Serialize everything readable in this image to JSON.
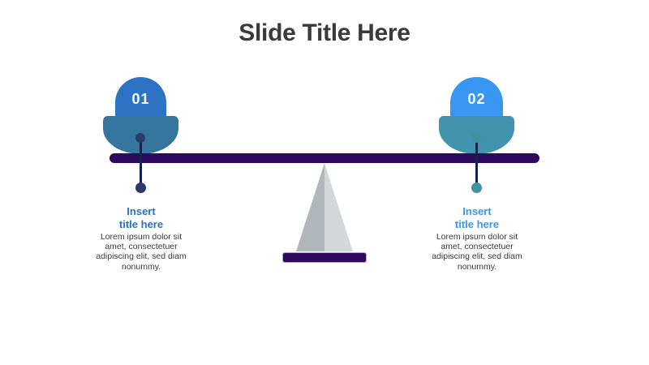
{
  "slide": {
    "title": "Slide Title Here"
  },
  "items": [
    {
      "number": "01",
      "title_line1": "Insert",
      "title_line2": "title here",
      "body_line1": "Lorem ipsum dolor sit",
      "body_line2": "amet, consectetuer",
      "body_line3": "adipiscing elit, sed diam",
      "body_line4": "nonummy."
    },
    {
      "number": "02",
      "title_line1": "Insert",
      "title_line2": "title here",
      "body_line1": "Lorem ipsum dolor sit",
      "body_line2": "amet, consectetuer",
      "body_line3": "adipiscing elit, sed diam",
      "body_line4": "nonummy."
    }
  ],
  "colors": {
    "title_text": "#3a3a3a",
    "body_text": "#3b3b3b",
    "purple": "#2d0a5e",
    "base_outline": "#b3a4d6",
    "dome_1": "#2e73c3",
    "dome_2": "#3897f2",
    "bowl_1": "#35769f",
    "bowl_2": "#4193ae",
    "dot_1": "#303769",
    "dot_2": "#3f93a0",
    "connector": "#14224e",
    "accent_1": "#2d70c1",
    "accent_2": "#3e96ef",
    "pyramid_left": "#b1b6ba",
    "pyramid_right": "#d3d7da",
    "number_text": "#ffffff"
  }
}
